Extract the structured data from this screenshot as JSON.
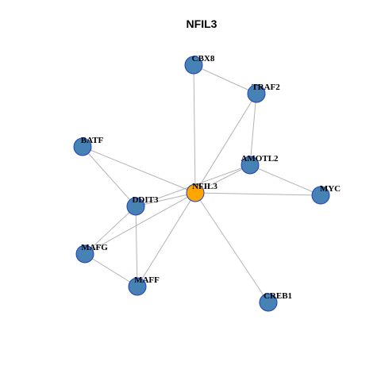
{
  "title": "NFIL3",
  "colors": {
    "hub": "#ffa500",
    "node": "#4682b4",
    "node_stroke": "#1f3fbf",
    "edge": "#b3b3b3"
  },
  "nodes": [
    {
      "id": "NFIL3",
      "label": "NFIL3",
      "hub": true
    },
    {
      "id": "CBX8",
      "label": "CBX8"
    },
    {
      "id": "TRAF2",
      "label": "TRAF2"
    },
    {
      "id": "BATF",
      "label": "BATF"
    },
    {
      "id": "AMOTL2",
      "label": "AMOTL2"
    },
    {
      "id": "MYC",
      "label": "MYC"
    },
    {
      "id": "DDIT3",
      "label": "DDIT3"
    },
    {
      "id": "MAFG",
      "label": "MAFG"
    },
    {
      "id": "MAFF",
      "label": "MAFF"
    },
    {
      "id": "CREB1",
      "label": "CREB1"
    }
  ],
  "edges": [
    [
      "CBX8",
      "NFIL3"
    ],
    [
      "CBX8",
      "TRAF2"
    ],
    [
      "TRAF2",
      "NFIL3"
    ],
    [
      "TRAF2",
      "AMOTL2"
    ],
    [
      "BATF",
      "NFIL3"
    ],
    [
      "BATF",
      "DDIT3"
    ],
    [
      "AMOTL2",
      "NFIL3"
    ],
    [
      "AMOTL2",
      "MYC"
    ],
    [
      "AMOTL2",
      "DDIT3"
    ],
    [
      "NFIL3",
      "MYC"
    ],
    [
      "NFIL3",
      "DDIT3"
    ],
    [
      "NFIL3",
      "MAFG"
    ],
    [
      "NFIL3",
      "MAFF"
    ],
    [
      "NFIL3",
      "CREB1"
    ],
    [
      "DDIT3",
      "MAFG"
    ],
    [
      "DDIT3",
      "MAFF"
    ],
    [
      "MAFG",
      "MAFF"
    ]
  ]
}
